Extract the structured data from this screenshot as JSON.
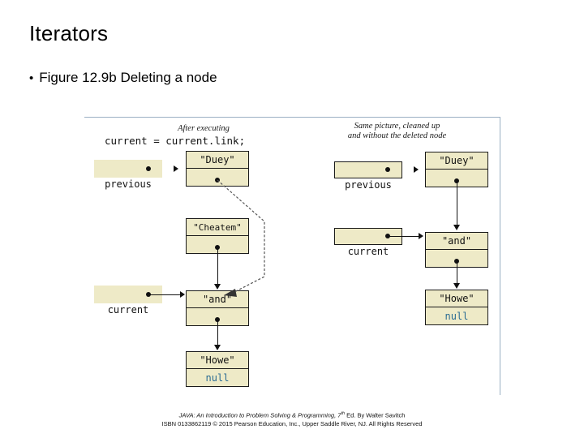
{
  "slide": {
    "title": "Iterators",
    "bullet": {
      "marker": "•",
      "text": "Figure 12.9b Deleting a node"
    }
  },
  "figure": {
    "left_panel": {
      "caption": "After executing",
      "code": "current = current.link;",
      "pointers": [
        {
          "name": "previous",
          "label": "previous"
        },
        {
          "name": "current",
          "label": "current"
        }
      ],
      "nodes": [
        {
          "name": "duey",
          "data": "\"Duey\"",
          "link": ""
        },
        {
          "name": "cheatem",
          "data": "\"Cheatem\"",
          "link": ""
        },
        {
          "name": "and",
          "data": "\"and\"",
          "link": ""
        },
        {
          "name": "howe",
          "data": "\"Howe\"",
          "link": "null"
        }
      ]
    },
    "right_panel": {
      "caption_line1": "Same picture, cleaned up",
      "caption_line2": "and without the deleted node",
      "pointers": [
        {
          "name": "previous",
          "label": "previous"
        },
        {
          "name": "current",
          "label": "current"
        }
      ],
      "nodes": [
        {
          "name": "duey",
          "data": "\"Duey\"",
          "link": ""
        },
        {
          "name": "and",
          "data": "\"and\"",
          "link": ""
        },
        {
          "name": "howe",
          "data": "\"Howe\"",
          "link": "null"
        }
      ]
    },
    "colors": {
      "node_fill": "#eeeac7",
      "node_border": "#1a1a1a",
      "null_text": "#2b6c93",
      "frame_border": "#9bb0c4"
    }
  },
  "footer": {
    "line1_title": "JAVA: An Introduction to Problem Solving & Programming",
    "line1_rest": ", 7",
    "line1_sup": "th",
    "line1_tail": " Ed. By Walter Savitch",
    "line2": "ISBN 0133862119 © 2015 Pearson Education, Inc., Upper Saddle River, NJ. All Rights Reserved"
  }
}
